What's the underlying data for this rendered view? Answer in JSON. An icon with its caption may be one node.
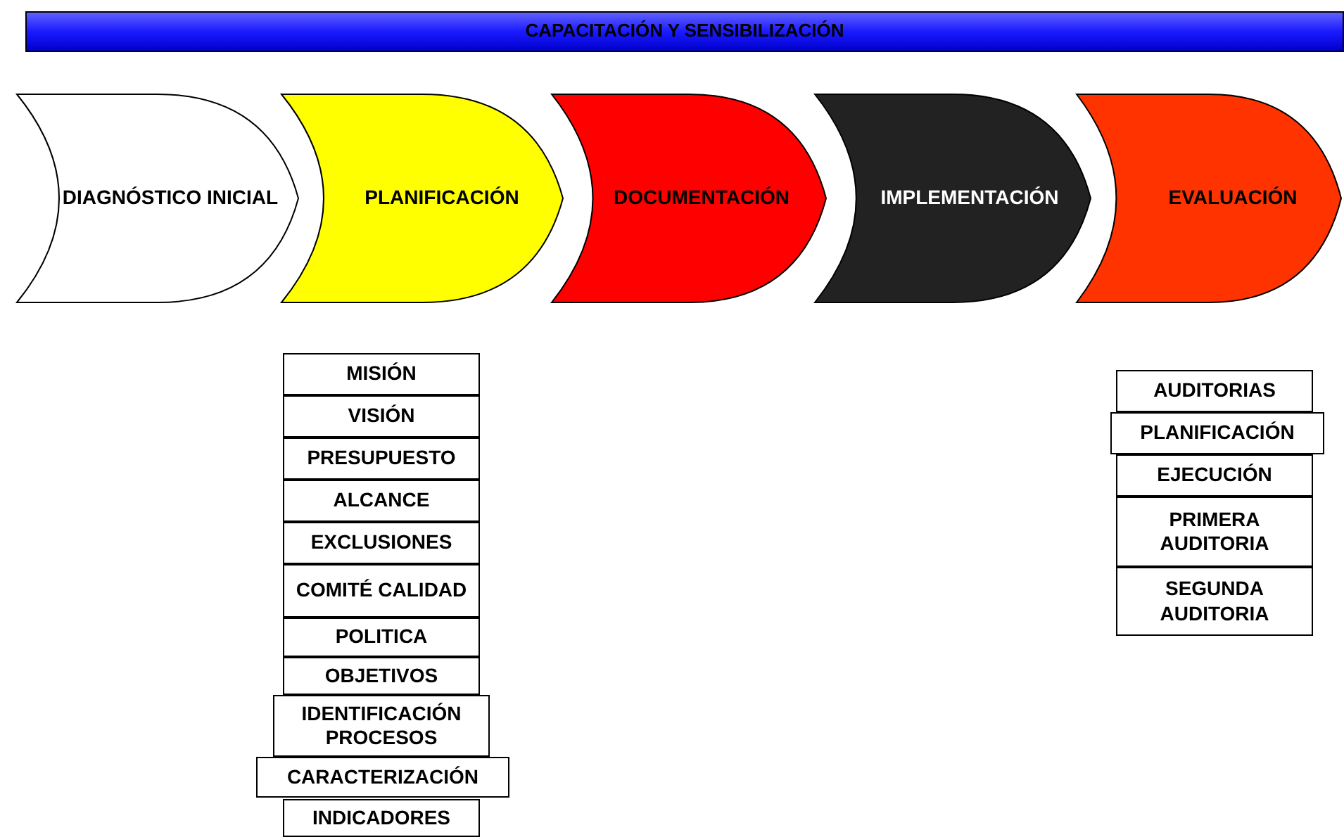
{
  "diagram": {
    "nodes": [
      {
        "text": [
          "CAPACITACIÓN Y SENSIBILIZACIÓN"
        ]
      },
      {
        "text": [
          "DIAGNÓSTICO INICIAL"
        ]
      },
      {
        "text": [
          "PLANIFICACIÓN"
        ]
      },
      {
        "text": [
          "DOCUMENTACIÓN"
        ]
      },
      {
        "text": [
          "IMPLEMENTACIÓN"
        ]
      },
      {
        "text": [
          "EVALUACIÓN"
        ]
      },
      {
        "text": [
          "MISIÓN"
        ]
      },
      {
        "text": [
          "VISIÓN"
        ]
      },
      {
        "text": [
          "PRESUPUESTO"
        ]
      },
      {
        "text": [
          "ALCANCE"
        ]
      },
      {
        "text": [
          "EXCLUSIONES"
        ]
      },
      {
        "text": [
          "COMITÉ CALIDAD"
        ]
      },
      {
        "text": [
          "POLITICA"
        ]
      },
      {
        "text": [
          "OBJETIVOS"
        ]
      },
      {
        "text": [
          "IDENTIFICACIÓN PROCESOS"
        ]
      },
      {
        "text": [
          "CARACTERIZACIÓN"
        ]
      },
      {
        "text": [
          "INDICADORES"
        ]
      },
      {
        "text": [
          "AUDITORIAS"
        ]
      },
      {
        "text": [
          "PLANIFICACIÓN"
        ]
      },
      {
        "text": [
          "EJECUCIÓN"
        ]
      },
      {
        "text": [
          "PRIMERA AUDITORIA"
        ]
      },
      {
        "text": [
          "SEGUNDA AUDITORIA"
        ]
      }
    ],
    "edges": []
  }
}
